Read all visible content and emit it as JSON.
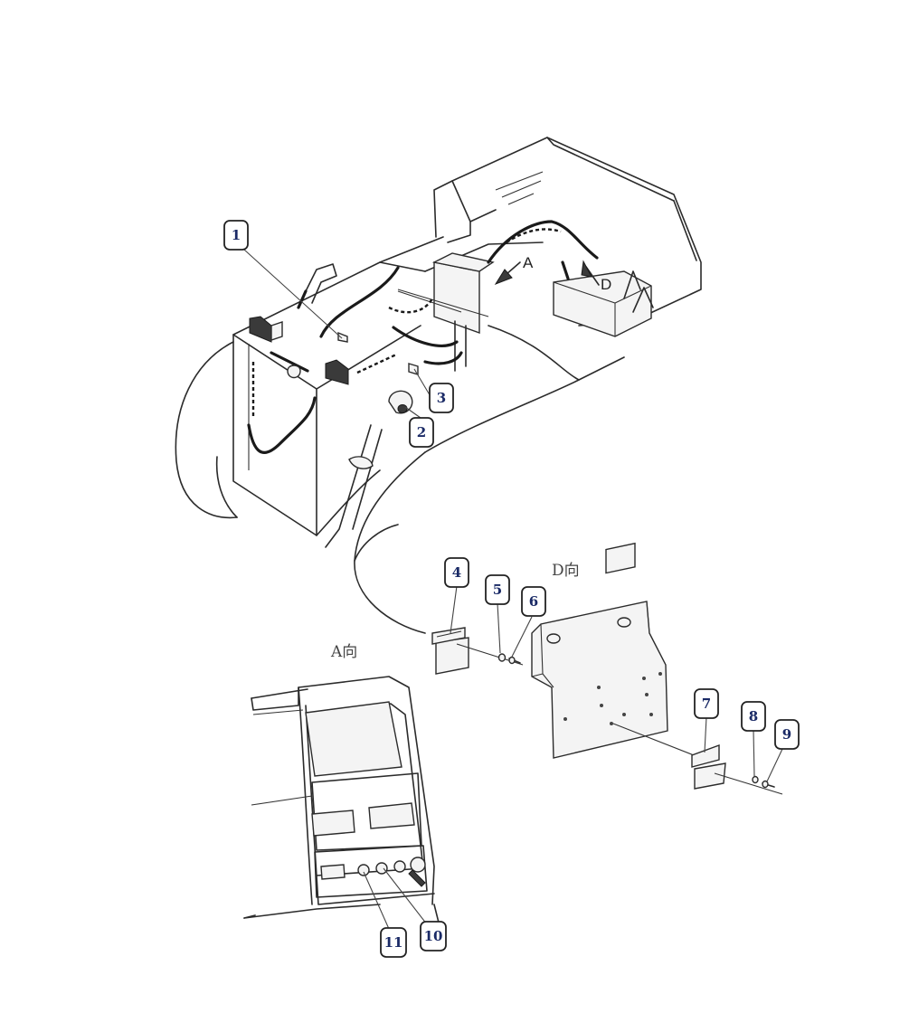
{
  "view_labels": {
    "d_view": "D向",
    "a_view": "A向"
  },
  "direction_letters": {
    "a": "A",
    "d": "D"
  },
  "callouts": [
    {
      "id": "1",
      "label": "1"
    },
    {
      "id": "2",
      "label": "2"
    },
    {
      "id": "3",
      "label": "3"
    },
    {
      "id": "4",
      "label": "4"
    },
    {
      "id": "5",
      "label": "5"
    },
    {
      "id": "6",
      "label": "6"
    },
    {
      "id": "7",
      "label": "7"
    },
    {
      "id": "8",
      "label": "8"
    },
    {
      "id": "9",
      "label": "9"
    },
    {
      "id": "10",
      "label": "10"
    },
    {
      "id": "11",
      "label": "11"
    }
  ]
}
